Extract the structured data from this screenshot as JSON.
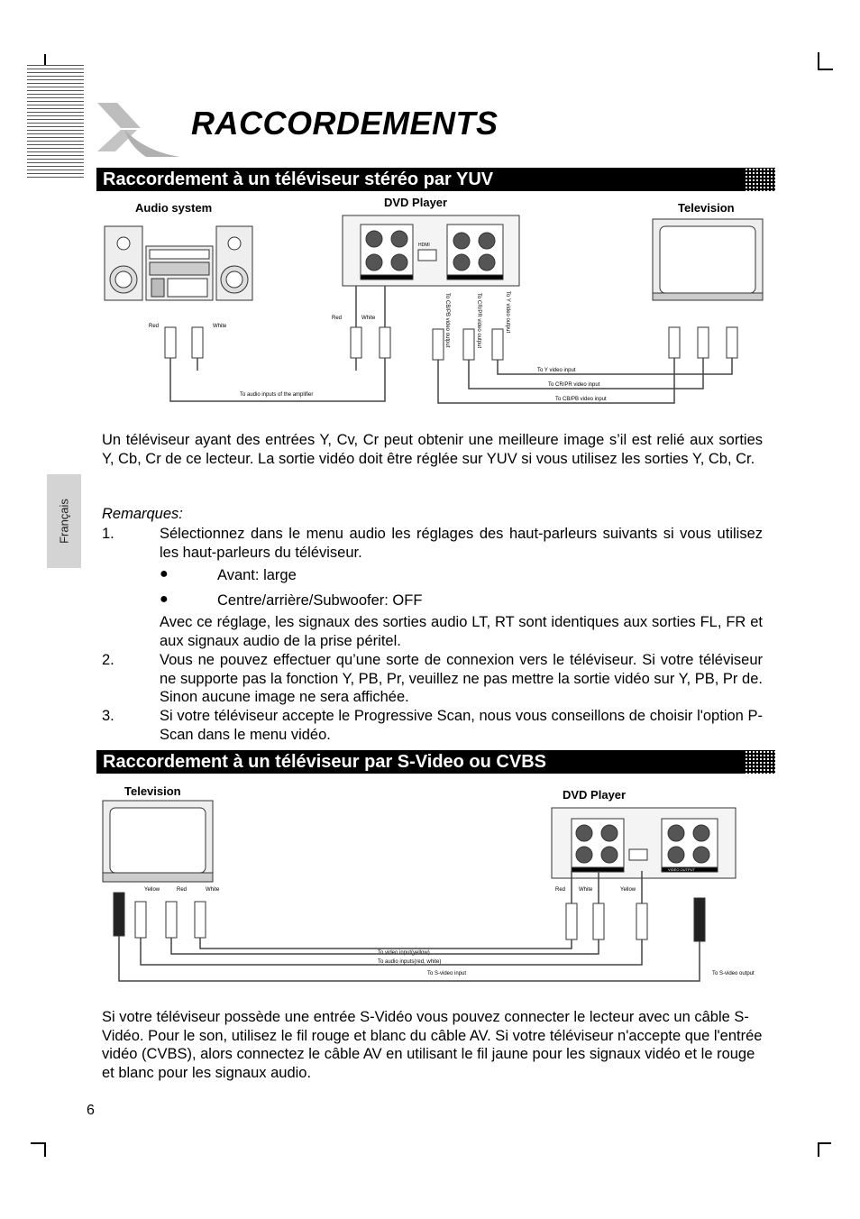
{
  "header": {
    "title": "RACCORDEMENTS",
    "language_tab": "Français"
  },
  "section1": {
    "heading": "Raccordement à un téléviseur stéréo par YUV",
    "diagram": {
      "audio_system": "Audio system",
      "dvd_player": "DVD Player",
      "television": "Television",
      "red_left": "Red",
      "white_left": "White",
      "red_dvd": "Red",
      "white_dvd": "White",
      "to_amp": "To audio inputs of the amplifier",
      "cbpb_output": "To CB/PB video output",
      "crpr_output": "To CR/PR video output",
      "y_output": "To Y video output",
      "y_input": "To Y video input",
      "crpr_input": "To CR/PR video input",
      "cbpb_input": "To CB/PB video input",
      "hdmi": "HDMI"
    },
    "intro": "Un téléviseur ayant des entrées Y, Cv, Cr peut obtenir une meilleure image s’il est relié aux sorties Y, Cb, Cr de ce lecteur. La sortie vidéo doit être réglée sur YUV si vous utilisez les sorties Y, Cb, Cr.",
    "remarks_title": "Remarques:",
    "item1_num": "1.",
    "item1_text": "Sélectionnez dans le menu audio les réglages des haut-parleurs suivants si vous utilisez les haut-parleurs du téléviseur.",
    "bullet_symbol": "●",
    "bullet1": "Avant: large",
    "bullet2": "Centre/arrière/Subwoofer: OFF",
    "item1_after": "Avec ce réglage, les signaux des sorties audio LT, RT sont identiques aux sorties FL, FR et aux signaux audio de la prise péritel.",
    "item2_num": "2.",
    "item2_text": "Vous ne pouvez effectuer qu’une sorte de connexion vers le téléviseur. Si votre téléviseur ne supporte pas la fonction Y, PB, Pr, veuillez ne pas mettre la sortie vidéo sur Y, PB, Pr de. Sinon aucune image ne sera affichée.",
    "item3_num": "3.",
    "item3_text": "Si votre téléviseur accepte le Progressive Scan, nous vous conseillons de choisir l'option P-Scan dans le menu vidéo."
  },
  "section2": {
    "heading": "Raccordement à un téléviseur par S-Video ou CVBS",
    "diagram": {
      "television": "Television",
      "dvd_player": "DVD Player",
      "yellow_tv": "Yellow",
      "red_tv": "Red",
      "white_tv": "White",
      "red_dvd": "Red",
      "white_dvd": "White",
      "yellow_dvd": "Yellow",
      "video_input": "To video input(yellow)",
      "audio_input": "To audio inputs(red, white)",
      "svideo_input": "To S-video input",
      "svideo_output": "To S-video output",
      "video_output": "VIDEO OUTPUT"
    },
    "body": "Si votre téléviseur possède une entrée S-Vidéo vous pouvez connecter le lecteur avec un câble S-Vidéo. Pour le son,  utilisez le fil rouge et blanc du câble AV. Si votre téléviseur n'accepte que l'entrée vidéo (CVBS), alors connectez le câble AV en utilisant le fil jaune pour les signaux vidéo et le rouge et blanc pour les signaux audio."
  },
  "footer": {
    "page_number": "6"
  }
}
